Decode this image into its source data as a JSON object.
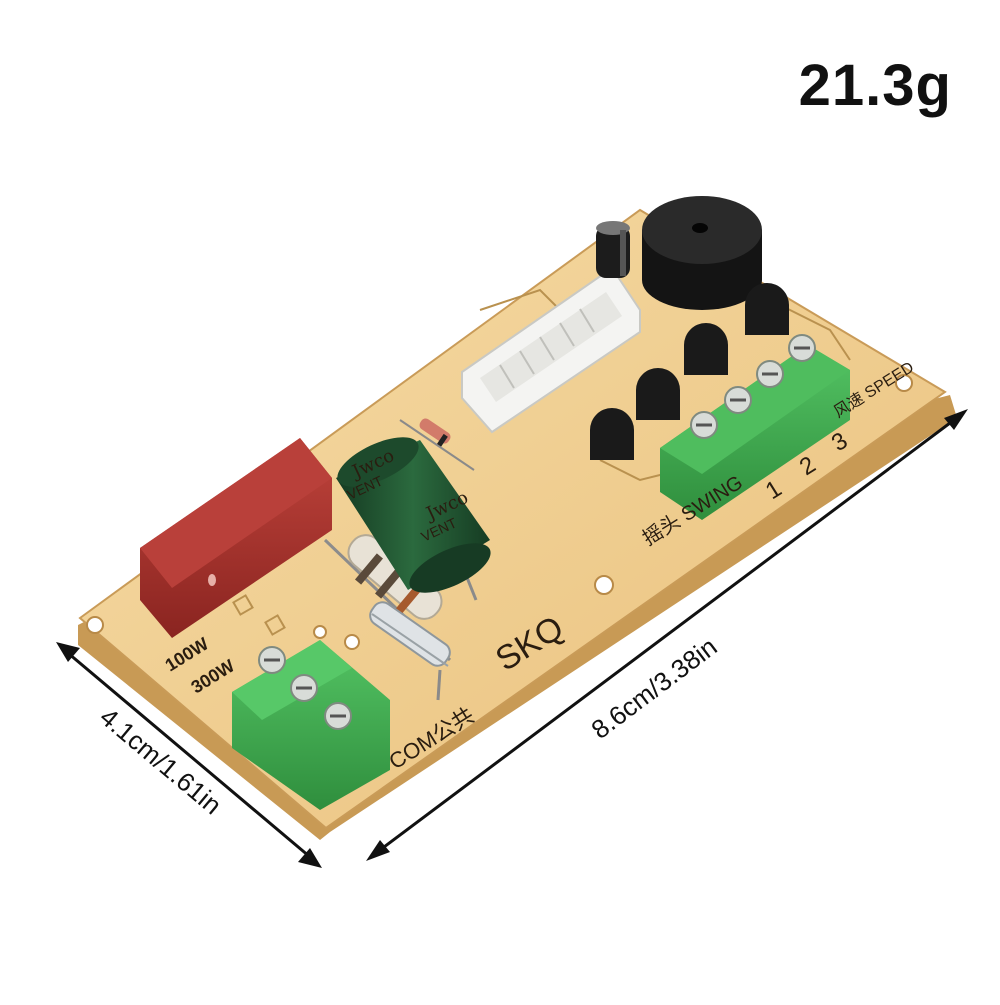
{
  "product": {
    "weight": "21.3g",
    "width_dimension": "4.1cm/1.61in",
    "length_dimension": "8.6cm/3.38in"
  },
  "board_silkscreen": {
    "brand": "SKQ",
    "com_label": "COM公共",
    "swing_label": "摇头 SWING",
    "speed_label": "风速 SPEED",
    "speed_numbers": [
      "1",
      "2",
      "3"
    ],
    "power_100": "100W",
    "power_300": "300W",
    "capacitor_brand": "Jwco",
    "capacitor_series": "VENT"
  },
  "colors": {
    "pcb": "#f1cf90",
    "terminal_green": "#3fae4f",
    "capacitor_red": "#a8302c",
    "electrolytic_green": "#1f4d2e",
    "buzzer_black": "#1a1a1a"
  }
}
